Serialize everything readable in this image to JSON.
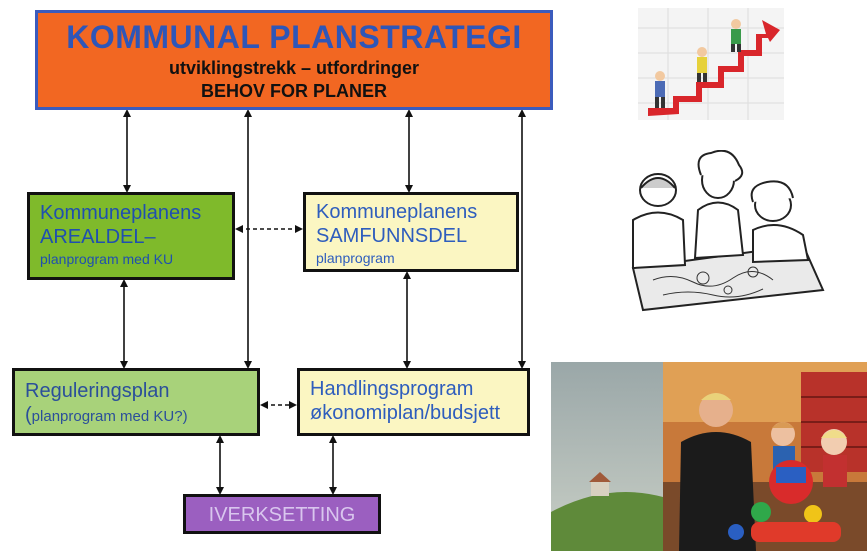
{
  "top": {
    "title": "KOMMUNAL PLANSTRATEGI",
    "subtitle": "utviklingstrekk – utfordringer",
    "subtitle2": "BEHOV FOR PLANER"
  },
  "areal": {
    "line1": "Kommuneplanens",
    "line2": "AREALDEL–",
    "line3": "planprogram med KU"
  },
  "samfunn": {
    "line1": "Kommuneplanens",
    "line2": "SAMFUNNSDEL",
    "line3": "planprogram"
  },
  "regulering": {
    "line1": "Reguleringsplan",
    "paren_open": "(",
    "line2": "planprogram med KU?)"
  },
  "handling": {
    "line1": "Handlingsprogram",
    "line2": "økonomiplan/budsjett"
  },
  "iverk": {
    "label": "IVERKSETTING"
  },
  "colors": {
    "top_bg": "#f26722",
    "title_blue": "#2e56b8",
    "areal_bg": "#7fba2b",
    "samf_bg": "#fbf6c2",
    "regul_bg": "#a8d27a",
    "iverk_bg": "#9b5fc0"
  }
}
